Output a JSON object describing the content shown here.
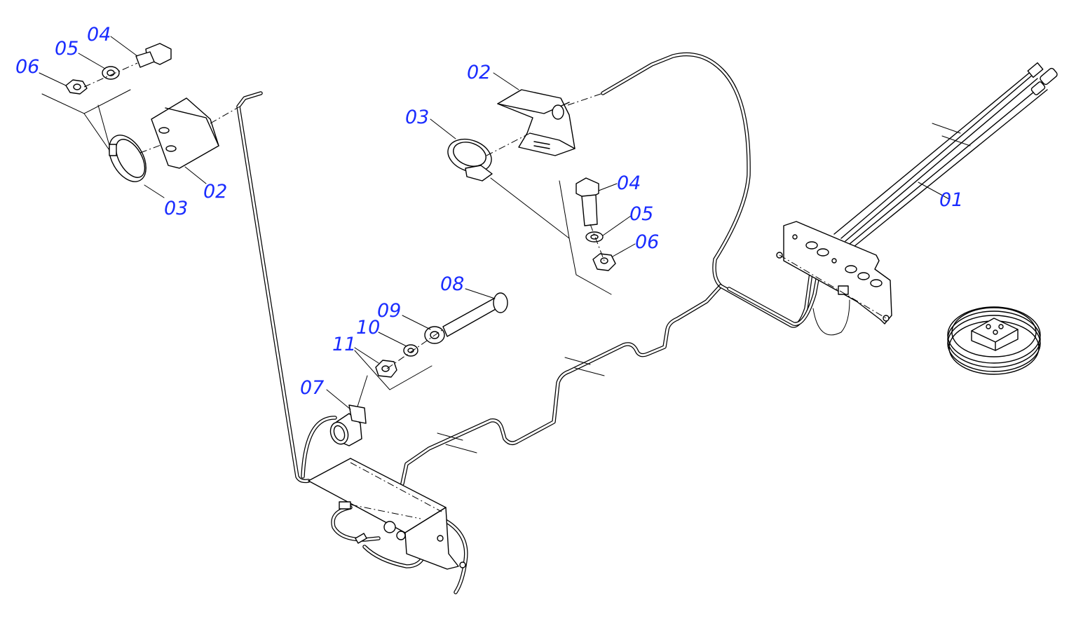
{
  "labels": {
    "l_06a": "06",
    "l_05a": "05",
    "l_04a": "04",
    "l_03a": "03",
    "l_02a": "02",
    "l_02b": "02",
    "l_03b": "03",
    "l_04b": "04",
    "l_05b": "05",
    "l_06b": "06",
    "l_08": "08",
    "l_09": "09",
    "l_10": "10",
    "l_11": "11",
    "l_07": "07",
    "l_01": "01"
  },
  "colors": {
    "label": "#1a2cff",
    "line": "#000000",
    "background": "#ffffff"
  }
}
